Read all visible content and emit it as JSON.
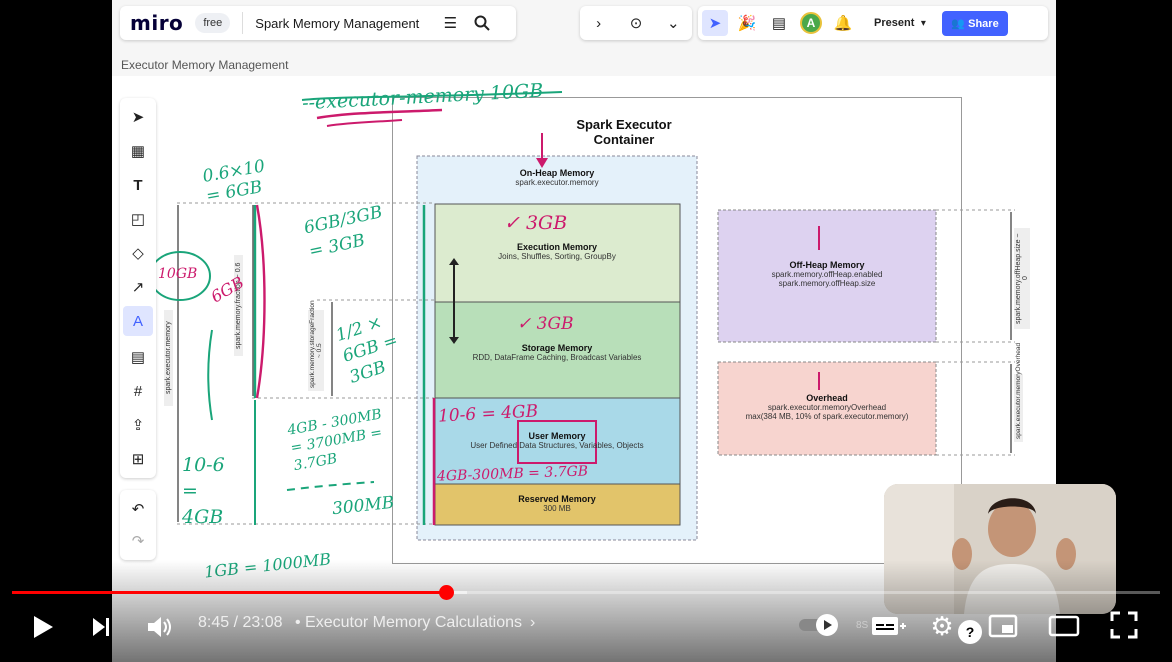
{
  "miro": {
    "logo": "miro",
    "plan_badge": "free",
    "board_name": "Spark Memory Management",
    "present_label": "Present",
    "share_label": "Share",
    "avatar_initial": "A",
    "accent": "#4262ff"
  },
  "frame_label": "Executor Memory Management",
  "diagram": {
    "container_title": "Spark Executor Container",
    "on_heap": {
      "title": "On-Heap Memory",
      "sub": "spark.executor.memory"
    },
    "execution": {
      "title": "Execution Memory",
      "sub": "Joins, Shuffles, Sorting, GroupBy"
    },
    "storage": {
      "title": "Storage Memory",
      "sub": "RDD, DataFrame Caching, Broadcast Variables"
    },
    "user": {
      "title": "User Memory",
      "sub": "User Defined Data Structures, Variables, Objects"
    },
    "reserved": {
      "title": "Reserved Memory",
      "sub": "300 MB"
    },
    "off_heap": {
      "title": "Off-Heap Memory",
      "sub1": "spark.memory.offHeap.enabled",
      "sub2": "spark.memory.offHeap.size"
    },
    "overhead": {
      "title": "Overhead",
      "sub1": "spark.executor.memoryOverhead",
      "sub2": "max(384 MB, 10% of spark.executor.memory)"
    },
    "side_labels": {
      "executor_memory": "spark.executor.memory",
      "memory_fraction": "spark.memory.fraction ~ 0.6",
      "storage_fraction": "spark.memory.storageFraction ~ 0.5",
      "offheap_size": "spark.memory.offHeap.size ~ 0",
      "overhead_label": "spark.executor.memoryOverhead"
    }
  },
  "annotations": {
    "top": "--executor-memory 10GB",
    "left1": "0.6×10 = 6GB",
    "left_circle": "10GB",
    "left_6gb": "6GB",
    "mid1": "6GB/3GB = 3GB",
    "mid2": "1/2 × 6GB = 3GB",
    "mid3": "4GB - 300MB = 3700MB = 3.7GB",
    "bottom_left": "10-6 = 4GB",
    "mb300": "300MB",
    "gb_conv": "1GB = 1000MB",
    "exec_3gb": "✓ 3GB",
    "stor_3gb": "✓ 3GB",
    "user_4gb": "10-6 = 4GB",
    "user_37": "4GB-300MB = 3.7GB"
  },
  "player": {
    "time": "8:45 / 23:08",
    "chapter": "• Executor Memory Calculations",
    "progress": 0.378,
    "buffered": 0.396,
    "quality_badge": "8S"
  }
}
